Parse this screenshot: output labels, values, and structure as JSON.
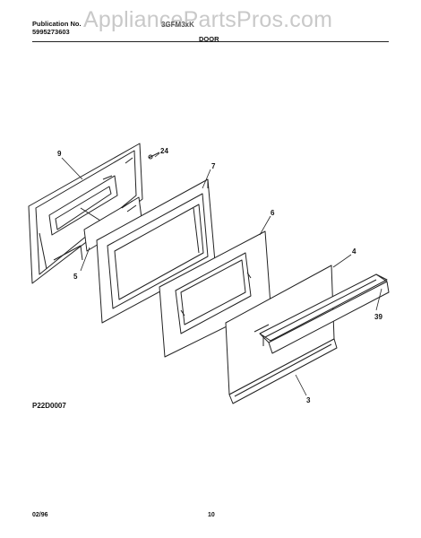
{
  "header": {
    "publication_label": "Publication No.",
    "publication_number": "5995273603",
    "model": "3GFM3xK",
    "section_title": "DOOR"
  },
  "watermark": "AppliancePartsPros.com",
  "callouts": {
    "frame": "9",
    "screw": "24",
    "inner_panel": "7",
    "glass": "5",
    "window_pack": "6",
    "outer_panel": "4",
    "handle": "39",
    "bottom_trim": "3"
  },
  "diagram_code": "P22D0007",
  "footer": {
    "date": "02/96",
    "page": "10"
  }
}
